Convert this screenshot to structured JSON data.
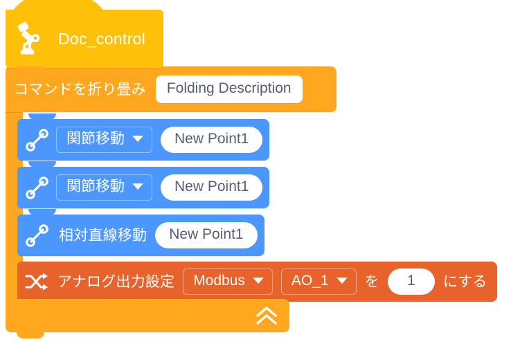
{
  "colors": {
    "hat": "#FFC00A",
    "c_block": "#FFA81F",
    "motion": "#4C97FF",
    "io": "#E8622B",
    "field_text": "#575E75",
    "canvas": "#FFFFFF"
  },
  "hat_block": {
    "icon": "robot-arm-icon",
    "title": "Doc_control"
  },
  "c_block": {
    "label": "コマンドを折り畳み",
    "description_field": {
      "value": "Folding Description",
      "placeholder": "Folding Description"
    },
    "collapse_icon": "chevron-double-up-icon"
  },
  "statements": [
    {
      "kind": "motion",
      "icon": "move-path-icon",
      "dropdown": {
        "value": "関節移動",
        "caret": "chevron-down-icon"
      },
      "point_field": "New Point1",
      "has_dropdown": true
    },
    {
      "kind": "motion",
      "icon": "move-path-icon",
      "dropdown": {
        "value": "関節移動",
        "caret": "chevron-down-icon"
      },
      "point_field": "New Point1",
      "has_dropdown": true
    },
    {
      "kind": "motion",
      "icon": "move-path-icon",
      "label": "相対直線移動",
      "point_field": "New Point1",
      "has_dropdown": false
    }
  ],
  "analog_block": {
    "icon": "shuffle-icon",
    "label": "アナログ出力設定",
    "device_dropdown": {
      "value": "Modbus",
      "caret": "chevron-down-icon"
    },
    "channel_dropdown": {
      "value": "AO_1",
      "caret": "chevron-down-icon"
    },
    "particle_wo": "を",
    "value_field": "1",
    "suffix": "にする"
  }
}
